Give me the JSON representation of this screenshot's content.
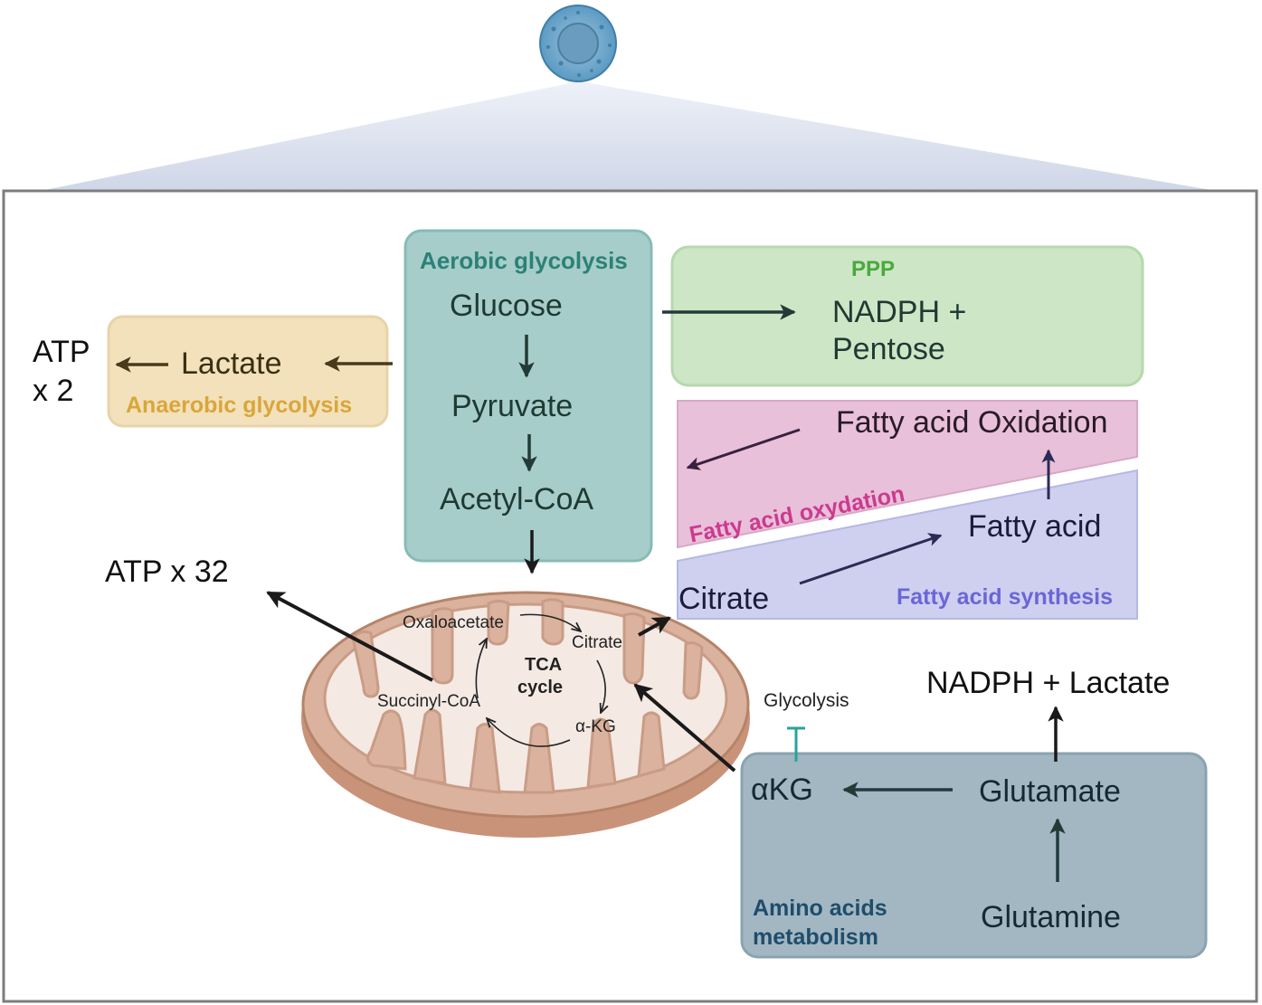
{
  "colors": {
    "aerobic": "#2c8177",
    "anaerobic": "#daa63a",
    "ppp": "#4aa93c",
    "fao": "#cc3a8f",
    "fas": "#6b66d6",
    "amino": "#1f4d6b",
    "dark": "#1f3a33",
    "inhibition": "#2aa39a"
  },
  "icons": {
    "cell": "cell-icon",
    "mitochondrion": "mitochondrion-icon"
  },
  "aerobic": {
    "title": "Aerobic glycolysis",
    "glucose": "Glucose",
    "pyruvate": "Pyruvate",
    "acetyl_coa": "Acetyl-CoA"
  },
  "anaerobic": {
    "title": "Anaerobic glycolysis",
    "lactate": "Lactate",
    "atp_line1": "ATP",
    "atp_line2": "x 2"
  },
  "ppp": {
    "title": "PPP",
    "line1": "NADPH +",
    "line2": "Pentose"
  },
  "fatty_acid_oxidation": {
    "title": "Fatty acid oxydation",
    "label": "Fatty acid Oxidation"
  },
  "fatty_acid_synthesis": {
    "title": "Fatty acid synthesis",
    "citrate": "Citrate",
    "fatty_acid": "Fatty acid"
  },
  "tca": {
    "atp": "ATP x 32",
    "cycle_line1": "TCA",
    "cycle_line2": "cycle",
    "oxaloacetate": "Oxaloacetate",
    "citrate": "Citrate",
    "akg": "α-KG",
    "succinyl_coa": "Succinyl-CoA"
  },
  "amino": {
    "title_line1": "Amino acids",
    "title_line2": "metabolism",
    "akg": "αKG",
    "glutamate": "Glutamate",
    "glutamine": "Glutamine",
    "nadph_lactate": "NADPH + Lactate",
    "glycolysis": "Glycolysis"
  }
}
